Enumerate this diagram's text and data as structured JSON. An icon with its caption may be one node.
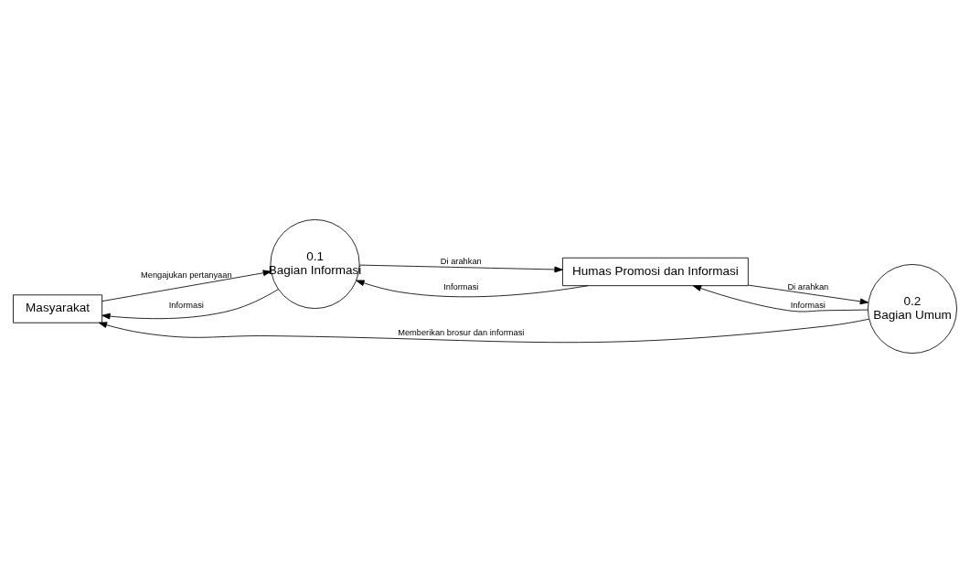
{
  "diagram": {
    "nodes": [
      {
        "text": [
          "Masyarakat"
        ]
      },
      {
        "text": [
          "0.1",
          "Bagian Informasi"
        ]
      },
      {
        "text": [
          "Humas Promosi dan Informasi"
        ]
      },
      {
        "text": [
          "0.2",
          "Bagian Umum"
        ]
      }
    ],
    "edges": [
      {
        "from": 0,
        "to": 1,
        "arrow": "to",
        "label": "Mengajukan pertanyaan"
      },
      {
        "from": 1,
        "to": 0,
        "arrow": "to",
        "label": "Informasi"
      },
      {
        "from": 1,
        "to": 2,
        "arrow": "to",
        "label": "Di arahkan"
      },
      {
        "from": 2,
        "to": 1,
        "arrow": "to",
        "label": "Informasi"
      },
      {
        "from": 3,
        "to": 2,
        "arrow": "to",
        "label": "Informasi"
      },
      {
        "from": 2,
        "to": 3,
        "arrow": "to",
        "label": "Di arahkan"
      },
      {
        "from": 3,
        "to": 0,
        "arrow": "to",
        "label": "Memberikan brosur dan informasi"
      }
    ]
  }
}
